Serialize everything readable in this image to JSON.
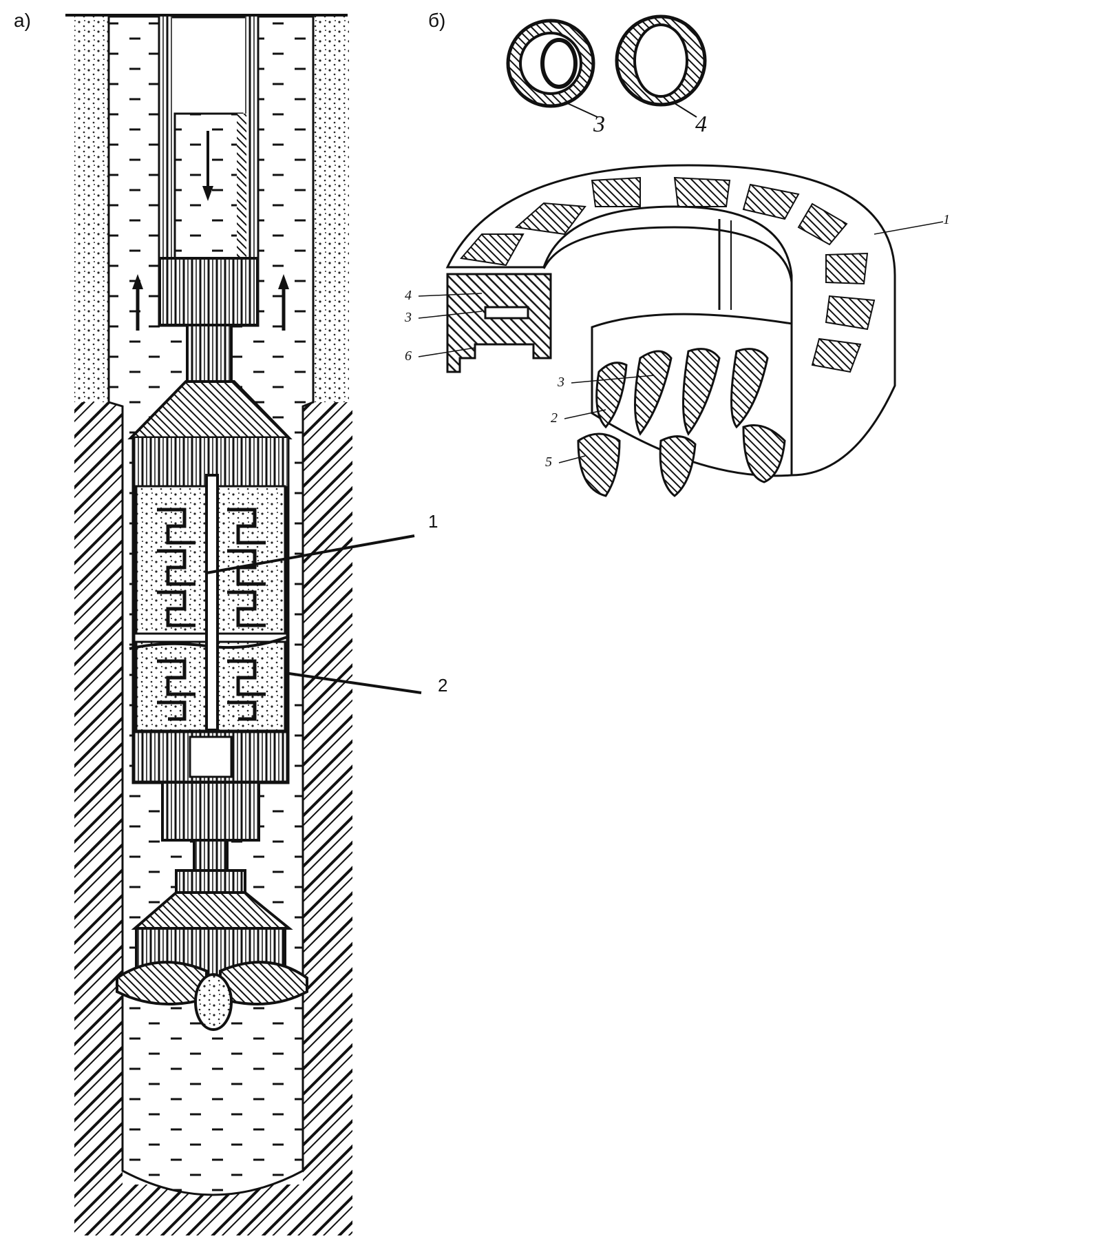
{
  "panel_a": {
    "label": "а)",
    "callouts": [
      "1",
      "2"
    ]
  },
  "panel_b": {
    "label": "б)",
    "small_bearing_labels": [
      "3",
      "4"
    ],
    "section_labels": [
      "1",
      "4",
      "3",
      "6",
      "3",
      "2",
      "5"
    ]
  },
  "colors": {
    "ink": "#111111",
    "paper": "#ffffff",
    "hatch": "#222222"
  }
}
